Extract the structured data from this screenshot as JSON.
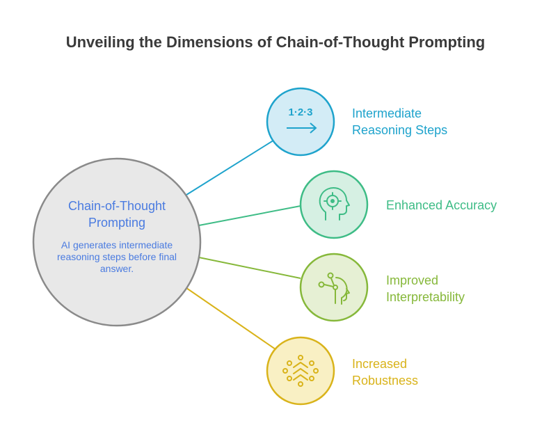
{
  "title": "Unveiling the Dimensions of Chain-of-Thought Prompting",
  "center": {
    "title_line1": "Chain-of-Thought",
    "title_line2": "Prompting",
    "description": "AI generates intermediate reasoning steps before final answer."
  },
  "nodes": [
    {
      "label_line1": "Intermediate",
      "label_line2": "Reasoning Steps",
      "icon": "steps-arrow-icon",
      "icon_text": "1·2·3",
      "color": "#1ea3cc",
      "fill": "#d3ecf6"
    },
    {
      "label_line1": "Enhanced Accuracy",
      "label_line2": "",
      "icon": "head-target-icon",
      "color": "#3ebc86",
      "fill": "#d6f0e3"
    },
    {
      "label_line1": "Improved",
      "label_line2": "Interpretability",
      "icon": "head-network-icon",
      "color": "#86b83a",
      "fill": "#e6f0d4"
    },
    {
      "label_line1": "Increased",
      "label_line2": "Robustness",
      "icon": "shield-chevrons-icon",
      "color": "#d9b31a",
      "fill": "#f9f0c4"
    }
  ],
  "colors": {
    "center_fill": "#e8e8e8",
    "center_stroke": "#8a8a8a",
    "center_text": "#4a7be0",
    "title_text": "#3a3a3a"
  }
}
